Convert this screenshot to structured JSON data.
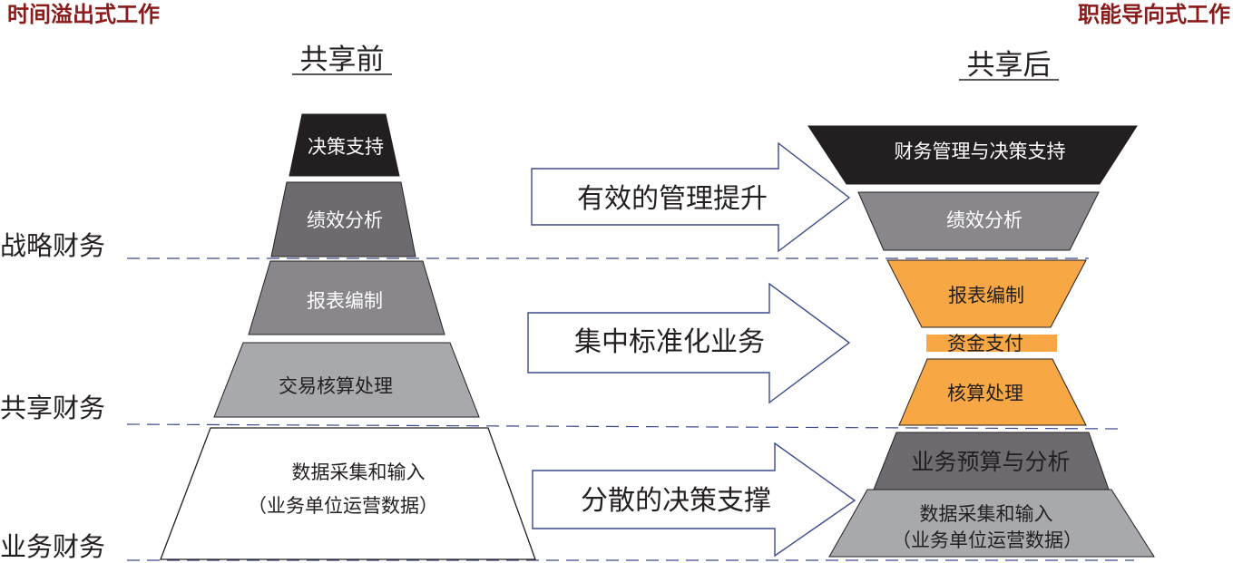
{
  "corner_labels": {
    "left": "时间溢出式工作",
    "right": "职能导向式工作"
  },
  "headings": {
    "before": "共享前",
    "after": "共享后"
  },
  "side_labels": {
    "strategic": "战略财务",
    "shared": "共享财务",
    "business": "业务财务"
  },
  "before_pyramid": [
    {
      "label": "决策支持"
    },
    {
      "label": "绩效分析"
    },
    {
      "label": "报表编制"
    },
    {
      "label": "交易核算处理"
    },
    {
      "label": "数据采集和输入",
      "label2": "（业务单位运营数据）"
    }
  ],
  "arrows": [
    {
      "label": "有效的管理提升"
    },
    {
      "label": "集中标准化业务"
    },
    {
      "label": "分散的决策支撑"
    }
  ],
  "after_shape": [
    {
      "label": "财务管理与决策支持"
    },
    {
      "label": "绩效分析"
    },
    {
      "label": "报表编制"
    },
    {
      "label": "资金支付"
    },
    {
      "label": "核算处理"
    },
    {
      "label": "业务预算与分析"
    },
    {
      "label": "数据采集和输入",
      "label2": "（业务单位运营数据）"
    }
  ],
  "colors": {
    "corner_label": "#8b1a1a",
    "black_block": "#231f20",
    "dark_gray": "#6d6a70",
    "mid_gray": "#8a878c",
    "light_gray": "#a7a9ac",
    "orange": "#f7a844",
    "arrow_stroke": "#3b4a8c",
    "dashed_line": "#3b4a8c"
  }
}
